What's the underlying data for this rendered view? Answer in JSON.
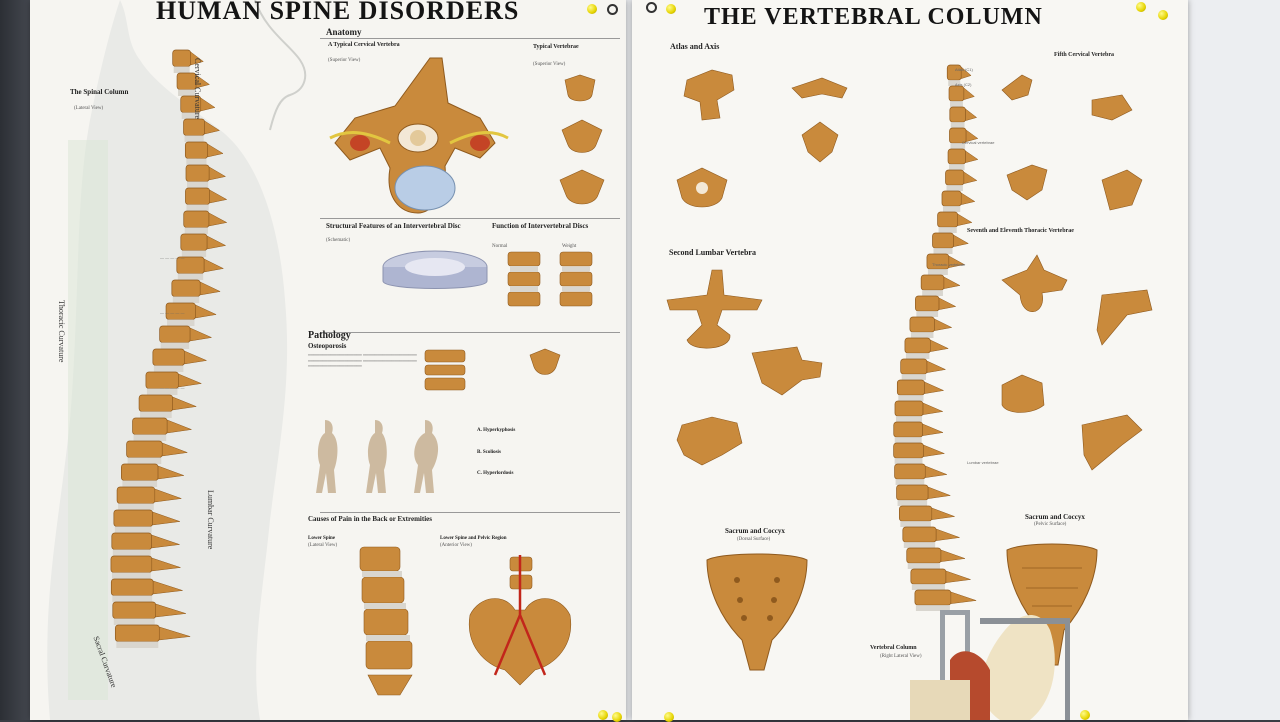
{
  "left_poster": {
    "title": "HUMAN SPINE DISORDERS",
    "anatomy_heading": "Anatomy",
    "spinal_column_label": "The Spinal Column",
    "spinal_column_sub": "(Lateral View)",
    "cervical_curvature": "Cervical Curvature",
    "thoracic_curvature": "Thoracic Curvature",
    "lumbar_curvature": "Lumbar Curvature",
    "sacral_curvature": "Sacral Curvature",
    "typical_cervical": "A Typical Cervical Vertebra",
    "typical_cervical_sub": "(Superior View)",
    "typical_vertebrae": "Typical Vertebrae",
    "typical_vertebrae_sub": "(Superior View)",
    "structural_features": "Structural Features of an Intervertebral Disc",
    "structural_sub": "(Schematic)",
    "function_discs": "Function of Intervertebral Discs",
    "normal": "Normal",
    "weight": "Weight",
    "pathology_heading": "Pathology",
    "osteoporosis": "Osteoporosis",
    "hyperkyphosis": "A. Hyperkyphosis",
    "scoliosis": "B. Scoliosis",
    "hyperlordosis": "C. Hyperlordosis",
    "causes_heading": "Causes of Pain in the Back or Extremities",
    "lower_spine": "Lower Spine",
    "lower_spine_sub": "(Lateral View)",
    "lower_spine_pelvic": "Lower Spine and Pelvic Region",
    "lower_spine_pelvic_sub": "(Anterior View)"
  },
  "right_poster": {
    "title": "THE VERTEBRAL COLUMN",
    "atlas_axis": "Atlas and Axis",
    "fifth_cervical": "Fifth Cervical Vertebra",
    "second_lumbar": "Second Lumbar Vertebra",
    "seventh_eleventh": "Seventh and Eleventh Thoracic Vertebrae",
    "sacrum_coccyx_left": "Sacrum and Coccyx",
    "sacrum_coccyx_left_sub": "(Dorsal Surface)",
    "sacrum_coccyx_right": "Sacrum and Coccyx",
    "sacrum_coccyx_right_sub": "(Pelvic Surface)",
    "vertebral_column": "Vertebral Column",
    "vertebral_column_sub": "(Right Lateral View)",
    "cervical_vertebrae": "Cervical vertebrae",
    "thoracic_vertebrae": "Thoracic vertebrae",
    "lumbar_vertebrae": "Lumbar vertebrae",
    "atlas_c1": "Atlas (C1)",
    "axis_c2": "Axis (C2)"
  },
  "colors": {
    "bone": "#c98a3c",
    "bone_dark": "#8f5a1e",
    "disc": "#d9d6cf",
    "artery": "#c2261b",
    "pin": "#e6d400"
  }
}
